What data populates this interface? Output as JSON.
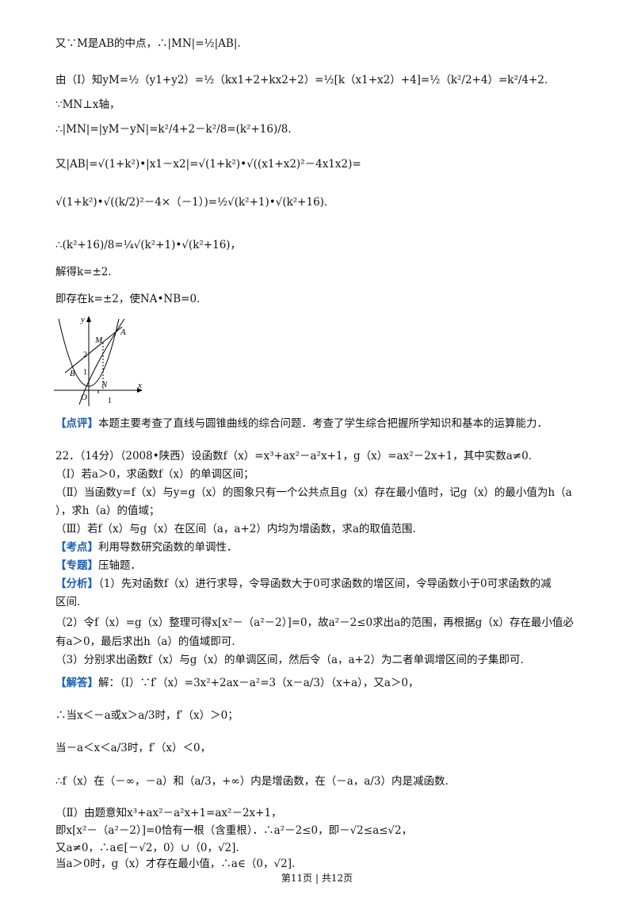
{
  "lines": [
    {
      "id": "l1",
      "text": "又∵M是AB的中点，∴|MN|=½|AB|."
    },
    {
      "id": "l2",
      "text": "由（Ⅰ）知yM=½（y1+y2）=½（kx1+2+kx2+2）=½[k（x1+x2）+4]=½（k²/2+4）=k²/4+2."
    },
    {
      "id": "l3",
      "text": "∵MN⊥x轴，"
    },
    {
      "id": "l4",
      "text": "∴|MN|=|yM－yN|=k²/4+2－k²/8=(k²+16)/8."
    },
    {
      "id": "l5",
      "text": "又|AB|=√(1+k²)•|x1－x2|=√(1+k²)•√((x1+x2)²－4x1x2)="
    },
    {
      "id": "l6",
      "text": "√(1+k²)•√((k/2)²－4×（－1）)=½√(k²+1)•√(k²+16)."
    },
    {
      "id": "l7",
      "text": "∴(k²+16)/8=¼√(k²+1)•√(k²+16)，"
    },
    {
      "id": "l8",
      "text": "解得k=±2."
    },
    {
      "id": "l9",
      "text": "即存在k=±2，使NA•NB=0."
    },
    {
      "id": "l10",
      "tag": "【点评】",
      "text": "本题主要考查了直线与圆锥曲线的综合问题．考查了学生综合把握所学知识和基本的运算能力．"
    },
    {
      "id": "l11",
      "text": "22．（14分）（2008•陕西）设函数f（x）=x³+ax²－a²x+1，g（x）=ax²－2x+1，其中实数a≠0."
    },
    {
      "id": "l12",
      "text": "（Ⅰ）若a＞0，求函数f（x）的单调区间；"
    },
    {
      "id": "l13",
      "text": "（Ⅱ）当函数y=f（x）与y=g（x）的图象只有一个公共点且g（x）存在最小值时，记g（x）的最小值为h（a"
    },
    {
      "id": "l14",
      "text": "），求h（a）的值域；"
    },
    {
      "id": "l15",
      "text": "（Ⅲ）若f（x）与g（x）在区间（a，a+2）内均为增函数，求a的取值范围."
    },
    {
      "id": "l16",
      "tag": "【考点】",
      "text": "利用导数研究函数的单调性．"
    },
    {
      "id": "l17",
      "tag": "【专题】",
      "text": "压轴题．"
    },
    {
      "id": "l18",
      "tag": "【分析】",
      "text": "（1）先对函数f（x）进行求导，令导函数大于0可求函数的增区间，令导函数小于0可求函数的减"
    },
    {
      "id": "l19",
      "text": "区间."
    },
    {
      "id": "l20",
      "text": "（2）令f（x）=g（x）整理可得x[x²－（a²－2）]=0，故a²－2≤0求出a的范围，再根据g（x）存在最小值必"
    },
    {
      "id": "l21",
      "text": "有a＞0，最后求出h（a）的值域即可."
    },
    {
      "id": "l22",
      "text": "（3）分别求出函数f（x）与g（x）的单调区间，然后令（a，a+2）为二者单调增区间的子集即可."
    },
    {
      "id": "l23",
      "tag": "【解答】",
      "text": "解：（Ⅰ）∵f′（x）=3x²+2ax－a²=3（x－a/3）（x+a），又a＞0，"
    },
    {
      "id": "l24",
      "text": "∴当x＜－a或x＞a/3时，f′（x）＞0；"
    },
    {
      "id": "l25",
      "text": "当－a＜x＜a/3时，f′（x）＜0，"
    },
    {
      "id": "l26",
      "text": "∴f（x）在（－∞，－a）和（a/3，+∞）内是增函数，在（－a，a/3）内是减函数."
    },
    {
      "id": "l27",
      "text": "（Ⅱ）由题意知x³+ax²－a²x+1=ax²－2x+1，"
    },
    {
      "id": "l28",
      "text": "即x[x²－（a²－2）]=0恰有一根（含重根）．∴a²－2≤0，即－√2≤a≤√2，"
    },
    {
      "id": "l29",
      "text": "又a≠0，∴a∈[－√2，0）∪（0，√2]."
    },
    {
      "id": "l30",
      "text": "当a＞0时，g（x）才存在最小值，∴a∈（0，√2]."
    }
  ],
  "figure": {
    "axis_x": "x",
    "axis_y": "y",
    "labels": {
      "A": "A",
      "B": "B",
      "M": "M",
      "N": "N",
      "O": "O",
      "tick_x": "1",
      "tick_y": "1",
      "y_int": "2"
    }
  },
  "footer": "第11页 | 共12页"
}
